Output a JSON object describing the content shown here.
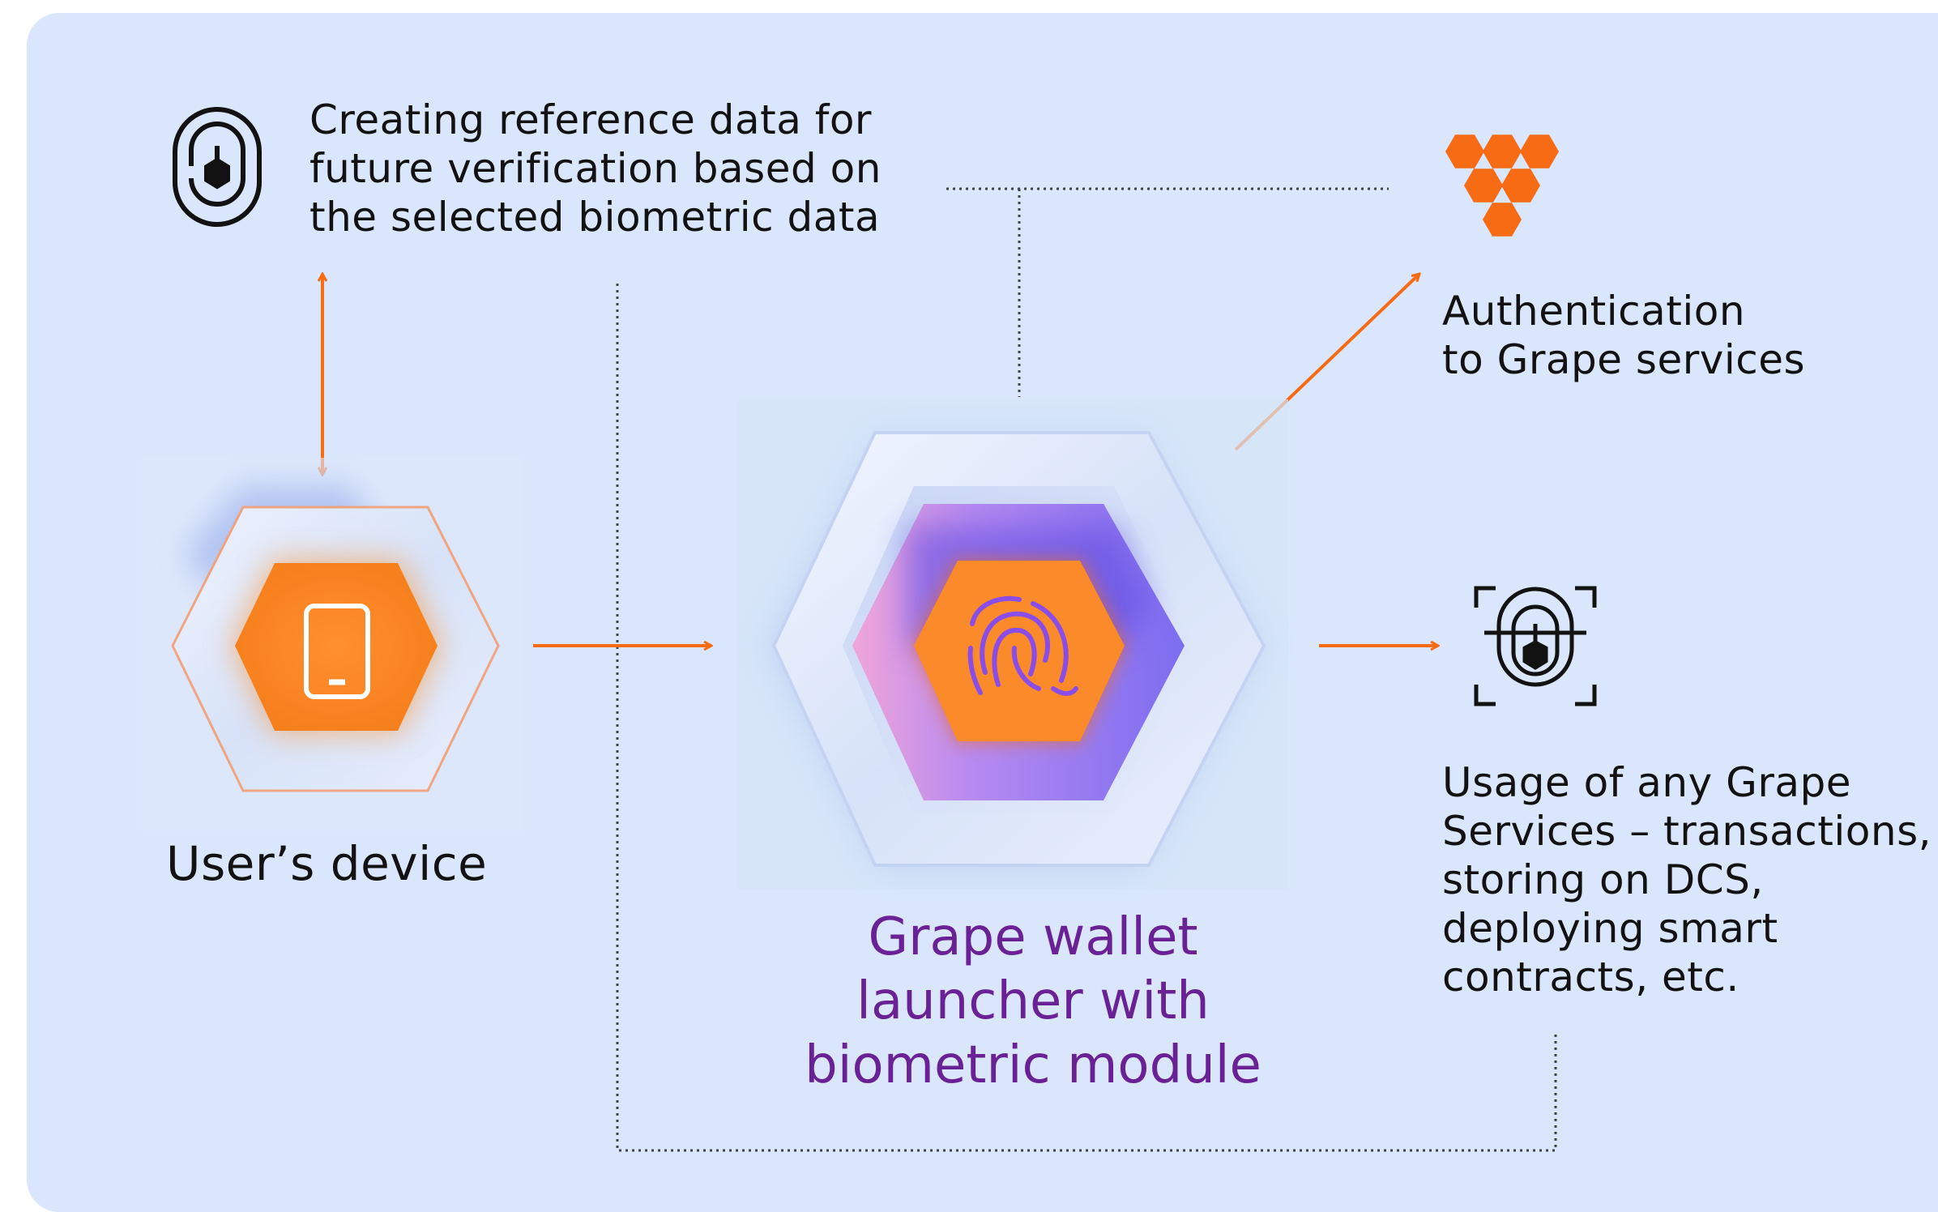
{
  "nodes": {
    "reference": {
      "text": "Creating reference data for\nfuture verification based on\nthe selected biometric data"
    },
    "device": {
      "label": "User’s device"
    },
    "launcher": {
      "label": "Grape wallet\nlauncher with\nbiometric module"
    },
    "authentication": {
      "text": "Authentication\nto Grape services"
    },
    "usage": {
      "text": "Usage of any Grape\nServices – transactions,\nstoring on DCS,\ndeploying smart\ncontracts, etc."
    }
  },
  "icons": {
    "reference": "biometric-lock-icon",
    "device": "smartphone-icon",
    "launcher": "fingerprint-icon",
    "logo": "grape-logo",
    "usage": "biometric-scan-icon"
  },
  "colors": {
    "background": "#d9e6fb",
    "accent": "#f76b15",
    "title": "#6b2196",
    "text": "#121212",
    "connector": "#444444"
  }
}
